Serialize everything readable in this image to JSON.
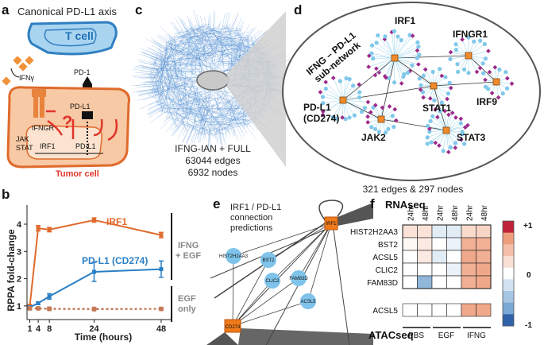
{
  "panel_a": {
    "letter": "a",
    "title": "Canonical PD-L1 axis",
    "t_cell": "T cell",
    "pd1": "PD-1",
    "ifng": "IFNγ",
    "ifngr": "IFNGR",
    "jak": "JAK",
    "stat": "STAT",
    "pdl1_membrane": "PD-L1",
    "question": "?",
    "irf1": "IRF1",
    "pdl1_gene": "PD-L1",
    "tumor_cell": "Tumor cell"
  },
  "panel_b": {
    "letter": "b",
    "ylabel": "RPPA fold-change",
    "xlabel": "Time (hours)",
    "irf1_label": "IRF1",
    "pdl1_label": "PD-L1 (CD274)",
    "bracket1_line1": "IFNG",
    "bracket1_line2": "+ EGF",
    "bracket2_line1": "EGF",
    "bracket2_line2": "only",
    "colors": {
      "irf1": "#e06a2c",
      "pdl1": "#2a7fc4",
      "egf": "#c47a5a"
    }
  },
  "chart_data": {
    "type": "line",
    "x": [
      1,
      4,
      8,
      24,
      48
    ],
    "xticks": [
      "1",
      "4",
      "8",
      "24",
      "48"
    ],
    "yticks": [
      "1",
      "2",
      "3",
      "4"
    ],
    "ylim": [
      0.5,
      4.7
    ],
    "xlim": [
      0,
      50
    ],
    "xlabel": "Time (hours)",
    "ylabel": "RPPA fold-change",
    "series": [
      {
        "name": "IRF1",
        "values": [
          1.0,
          3.85,
          3.8,
          4.15,
          3.6
        ],
        "err": [
          0.05,
          0.1,
          0.08,
          0.08,
          0.1
        ]
      },
      {
        "name": "PD-L1 (CD274)",
        "values": [
          0.95,
          1.1,
          1.35,
          2.25,
          2.35
        ],
        "err": [
          0.05,
          0.05,
          0.1,
          0.35,
          0.3
        ]
      },
      {
        "values": [
          0.9,
          0.9,
          0.88,
          0.87,
          0.88
        ],
        "err": [
          0.03,
          0.03,
          0.03,
          0.03,
          0.03
        ]
      },
      {
        "values": [
          0.92,
          0.92,
          0.91,
          0.9,
          0.9
        ],
        "err": [
          0.03,
          0.03,
          0.03,
          0.03,
          0.03
        ]
      }
    ]
  },
  "panel_c": {
    "letter": "c",
    "caption_line1": "IFNG-IAN + FULL",
    "caption_line2": "63044 edges",
    "caption_line3": "6932 nodes"
  },
  "panel_d": {
    "letter": "d",
    "subnet_line1": "IFNG – PD-L1",
    "subnet_line2": "sub-network",
    "hubs": [
      "IRF1",
      "IFNGR1",
      "PD-L1",
      "(CD274)",
      "STAT1",
      "IRF9",
      "JAK2",
      "STAT3"
    ],
    "caption": "321 edges & 297 nodes"
  },
  "panel_e": {
    "letter": "e",
    "title_line1": "IRF1 / PD-L1",
    "title_line2": "connection",
    "title_line3": "predictions",
    "irf1": "IRF1",
    "cd274": "CD274",
    "genes": [
      "HIST2H2AA3",
      "BST2",
      "CLIC2",
      "FAM83D",
      "ACSL5"
    ]
  },
  "panel_f": {
    "letter": "f",
    "rnaseq": "RNAseq",
    "atacseq": "ATACseq",
    "time_labels": [
      "24hr",
      "48hr",
      "24hr",
      "48hr",
      "24hr",
      "48hr"
    ],
    "rows": [
      "HIST2H2AA3",
      "BST2",
      "ACSL5",
      "CLIC2",
      "FAM83D"
    ],
    "atac_row": "ACSL5",
    "groups": [
      "PBS",
      "EGF",
      "IFNG"
    ],
    "scale_labels": [
      "+1",
      "0",
      "-1"
    ],
    "heat_values": [
      [
        0.2,
        0.2,
        -0.15,
        -0.15,
        0.25,
        0.3
      ],
      [
        0.05,
        0.15,
        0.0,
        -0.1,
        0.55,
        0.55
      ],
      [
        0.0,
        0.15,
        -0.15,
        0.0,
        0.6,
        0.55
      ],
      [
        0.0,
        0.0,
        0.0,
        -0.1,
        0.55,
        0.6
      ],
      [
        0.0,
        -0.55,
        0.0,
        0.0,
        0.55,
        0.6
      ]
    ],
    "atac_values": [
      0.0,
      0.0,
      0.0,
      0.0,
      0.6,
      0.6
    ]
  }
}
